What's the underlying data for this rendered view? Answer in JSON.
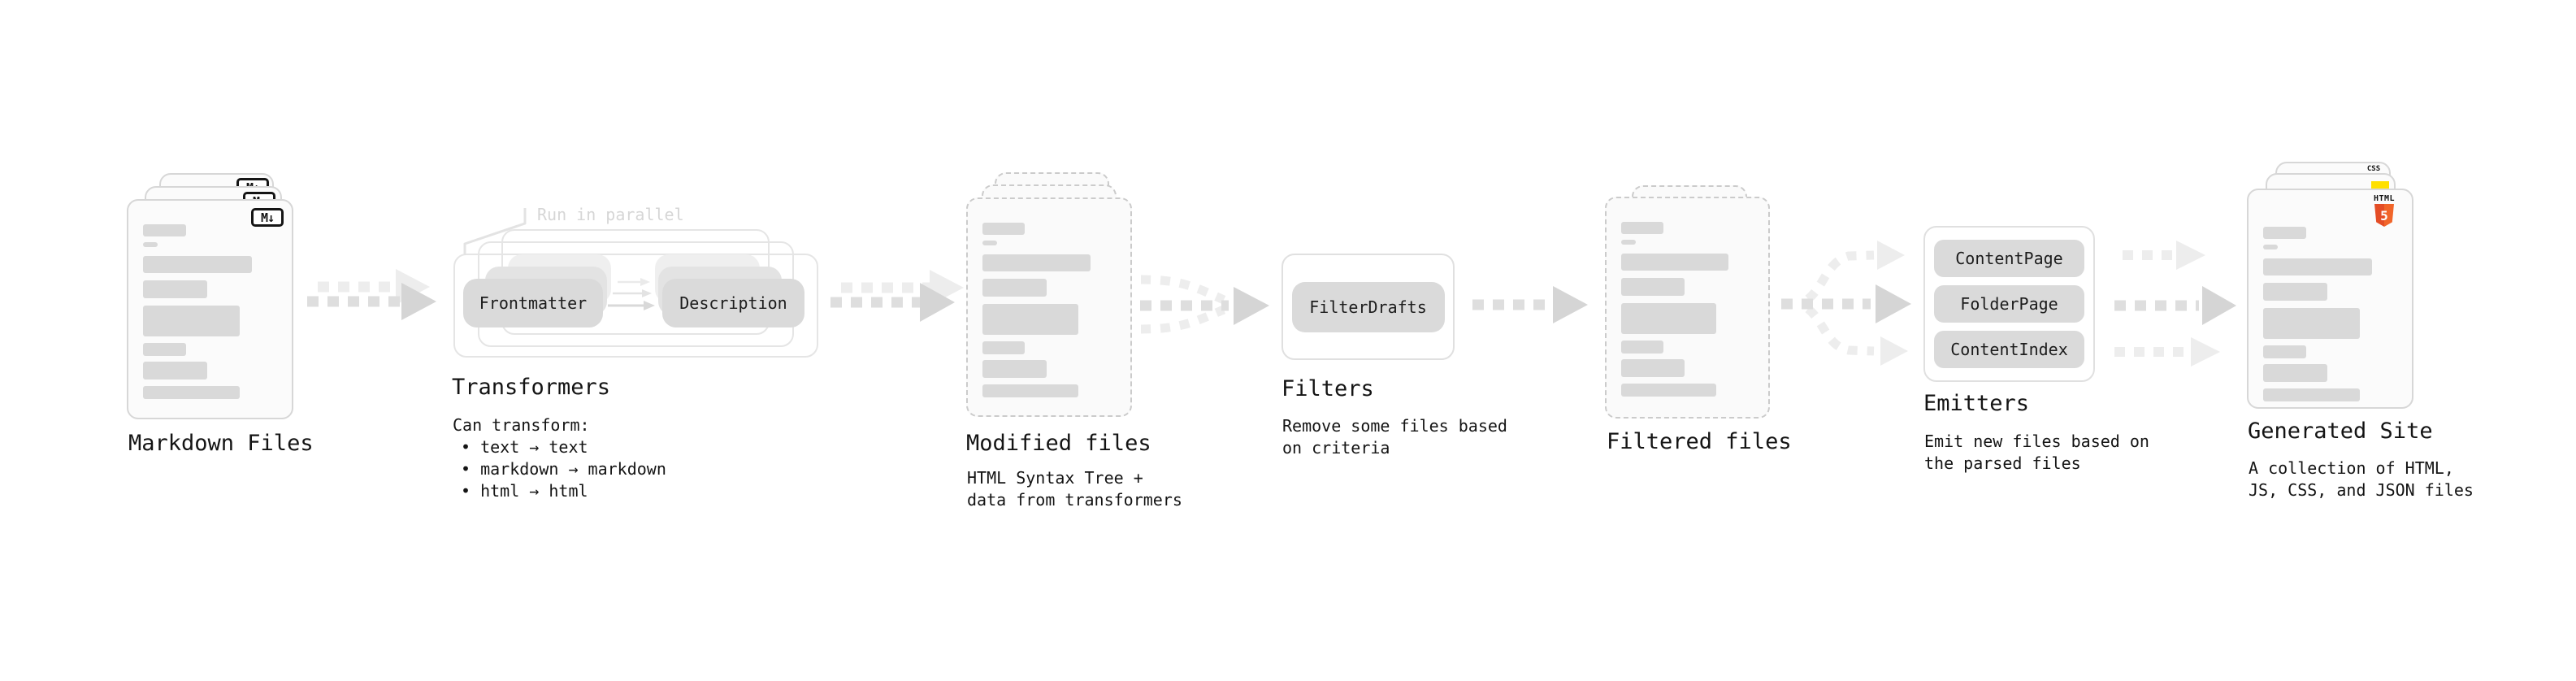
{
  "diagram": {
    "description": "Static site generation pipeline diagram"
  },
  "markdown_files": {
    "title": "Markdown Files",
    "badge_label": "M↓"
  },
  "transformers": {
    "title": "Transformers",
    "annotation": "Run in parallel",
    "pill_left": "Frontmatter",
    "pill_right": "Description",
    "caption_heading": "Can transform:",
    "bullets": [
      "• text → text",
      "• markdown → markdown",
      "• html → html"
    ]
  },
  "modified_files": {
    "title": "Modified files",
    "caption_line1": "HTML Syntax Tree +",
    "caption_line2": "data from transformers"
  },
  "filters": {
    "title": "Filters",
    "pill": "FilterDrafts",
    "caption_line1": "Remove some files based",
    "caption_line2": "on criteria"
  },
  "filtered_files": {
    "title": "Filtered files"
  },
  "emitters": {
    "title": "Emitters",
    "pills": [
      "ContentPage",
      "FolderPage",
      "ContentIndex"
    ],
    "caption_line1": "Emit new files based on",
    "caption_line2": "the parsed files"
  },
  "generated_site": {
    "title": "Generated Site",
    "caption_line1": "A collection of HTML,",
    "caption_line2": "JS, CSS, and JSON files",
    "badge_css": "CSS",
    "badge_html_top": "HTML",
    "badge_html_number": "5"
  },
  "colors": {
    "card_bg": "#fbfbfb",
    "card_border": "#d7d7d7",
    "dashed_border": "#cbcbcb",
    "bar": "#d9d9d9",
    "pill_bg": "#dadada",
    "arrow_dark": "#dedede",
    "arrow_head_dark": "#d5d5d5",
    "arrow_light": "#ededed",
    "annotation_gray": "#d6d6d6",
    "css_blue": "#2b66e8",
    "js_yellow": "#ffe000",
    "html5_orange": "#e44d26"
  },
  "file_card_bars": [
    {
      "w": "32%",
      "h": 15,
      "mb": 7
    },
    {
      "w": "11%",
      "h": 6,
      "mb": 11
    },
    {
      "w": "81%",
      "h": 21,
      "mb": 9
    },
    {
      "w": "48%",
      "h": 22,
      "mb": 9
    },
    {
      "w": "72%",
      "h": 38,
      "mb": 8
    },
    {
      "w": "32%",
      "h": 16,
      "mb": 7
    },
    {
      "w": "48%",
      "h": 22,
      "mb": 8
    },
    {
      "w": "72%",
      "h": 16,
      "mb": 0
    }
  ]
}
